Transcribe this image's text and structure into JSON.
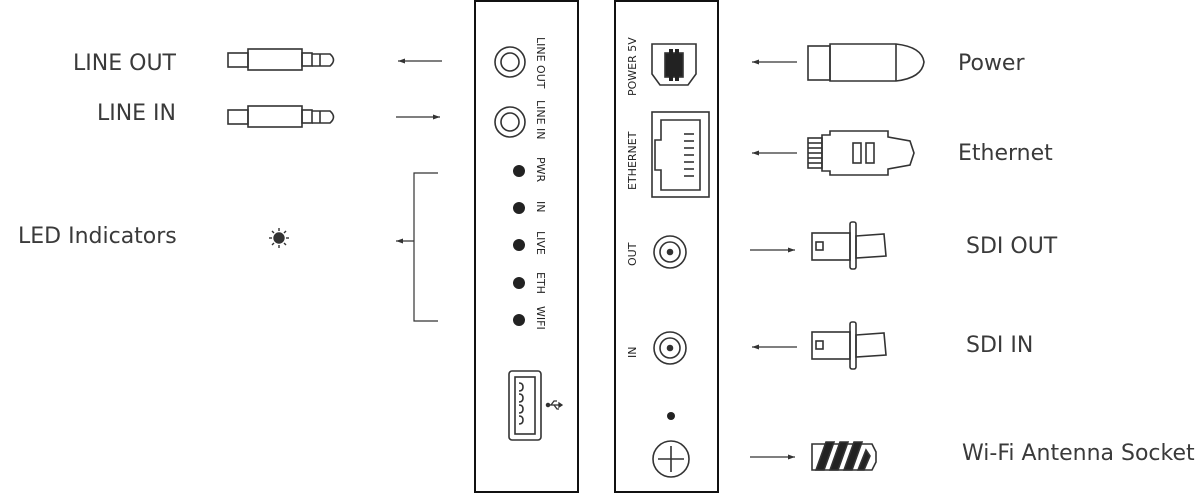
{
  "left_labels": {
    "line_out": "LINE OUT",
    "line_in": "LINE IN",
    "led_indicators": "LED Indicators"
  },
  "right_labels": {
    "power": "Power",
    "ethernet": "Ethernet",
    "sdi_out": "SDI OUT",
    "sdi_in": "SDI IN",
    "wifi_antenna": "Wi-Fi Antenna Socket"
  },
  "left_panel": {
    "line_out": "LINE OUT",
    "line_in": "LINE IN",
    "leds": [
      "PWR",
      "IN",
      "LIVE",
      "ETH",
      "WIFI"
    ]
  },
  "right_panel": {
    "power_5v": "POWER 5V",
    "ethernet": "ETHERNET",
    "out": "OUT",
    "in": "IN"
  },
  "icons": {
    "audio_jack": "audio-jack-icon",
    "sun": "sun-icon",
    "usb": "usb-icon",
    "power_plug": "power-plug-icon",
    "rj45": "rj45-plug-icon",
    "bnc": "bnc-connector-icon",
    "antenna": "antenna-icon"
  }
}
